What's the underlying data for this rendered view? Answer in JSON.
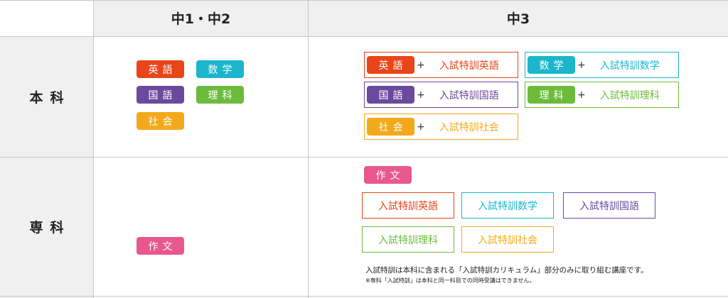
{
  "header": {
    "col1": "中1・中2",
    "col2": "中3"
  },
  "rows": {
    "honka": "本科",
    "senka": "専科"
  },
  "colors": {
    "english": "#e84518",
    "math": "#1bb6cc",
    "japanese": "#6a4a9c",
    "science": "#6cbb3c",
    "social": "#f2aa1c",
    "essay": "#e8588e"
  },
  "honka_12": {
    "english": "英語",
    "math": "数学",
    "japanese": "国語",
    "science": "理科",
    "social": "社会"
  },
  "honka_3": {
    "plus": "+",
    "english": {
      "subject": "英語",
      "special": "入試特訓英語"
    },
    "math": {
      "subject": "数学",
      "special": "入試特訓数学"
    },
    "japanese": {
      "subject": "国語",
      "special": "入試特訓国語"
    },
    "science": {
      "subject": "理科",
      "special": "入試特訓理科"
    },
    "social": {
      "subject": "社会",
      "special": "入試特訓社会"
    }
  },
  "senka_12": {
    "essay": "作文"
  },
  "senka_3": {
    "essay": "作文",
    "english": "入試特訓英語",
    "math": "入試特訓数学",
    "japanese": "入試特訓国語",
    "science": "入試特訓理科",
    "social": "入試特訓社会"
  },
  "notes": {
    "main": "入試特訓は本科に含まれる「入試特訓カリキュラム」部分のみに取り組む講座です。",
    "sub": "※専科「入試特訓」は本科と同一科目での同時受講はできません。"
  }
}
